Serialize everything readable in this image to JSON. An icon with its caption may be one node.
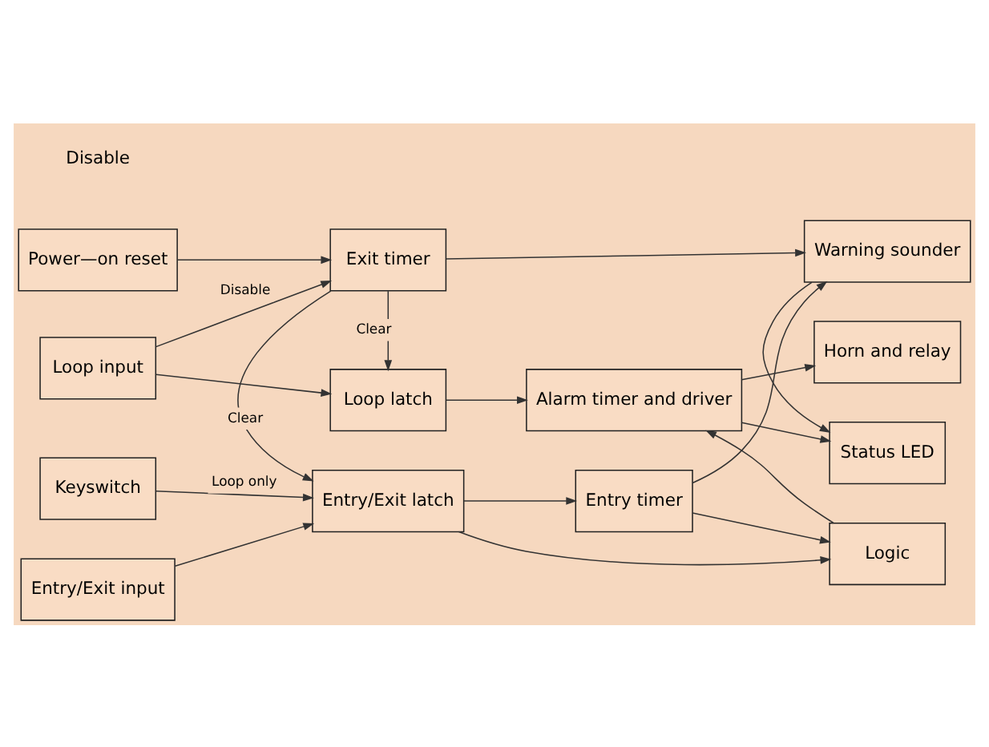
{
  "diagram": {
    "nodes": [
      {
        "text": [
          "Loop input"
        ]
      },
      {
        "text": [
          "Loop latch"
        ]
      },
      {
        "text": [
          "Alarm timer and driver"
        ]
      },
      {
        "text": [
          "Horn and relay"
        ]
      },
      {
        "text": [
          "Power—on reset"
        ]
      },
      {
        "text": [
          "Exit timer"
        ]
      },
      {
        "text": [
          "Status LED"
        ]
      },
      {
        "text": [
          "Entry/Exit input"
        ]
      },
      {
        "text": [
          "Entry/Exit latch"
        ]
      },
      {
        "text": [
          "Entry timer"
        ]
      },
      {
        "text": [
          "Warning sounder"
        ]
      },
      {
        "text": [
          "Keyswitch"
        ]
      },
      {
        "text": [
          "Logic"
        ]
      }
    ],
    "edges": [
      {
        "from": 0,
        "to": 1,
        "arrow": "to"
      },
      {
        "from": 0,
        "to": 5,
        "arrow": "to",
        "label": "Disable"
      },
      {
        "from": 1,
        "to": 2,
        "arrow": "to"
      },
      {
        "from": 2,
        "to": 3,
        "arrow": "to"
      },
      {
        "from": 4,
        "to": 5,
        "arrow": "to"
      },
      {
        "from": 2,
        "to": 6,
        "arrow": "to"
      },
      {
        "from": 5,
        "to": 1,
        "arrow": "to",
        "label": "Clear"
      },
      {
        "from": 5,
        "to": 8,
        "arrow": "to",
        "label": "Clear"
      },
      {
        "from": 5,
        "to": 10,
        "arrow": "to"
      },
      {
        "from": 7,
        "to": 8,
        "arrow": "to"
      },
      {
        "from": 11,
        "to": 8,
        "arrow": "to",
        "label": "Loop only"
      },
      {
        "from": 8,
        "to": 9,
        "arrow": "to"
      },
      {
        "from": 8,
        "to": 12,
        "arrow": "to"
      },
      {
        "from": 9,
        "to": 10,
        "arrow": "to"
      },
      {
        "from": 9,
        "to": 12,
        "arrow": "to"
      },
      {
        "from": 10,
        "to": 6,
        "arrow": "to"
      },
      {
        "from": 12,
        "to": 2,
        "arrow": "to"
      }
    ],
    "labels": [
      "Disable"
    ]
  }
}
